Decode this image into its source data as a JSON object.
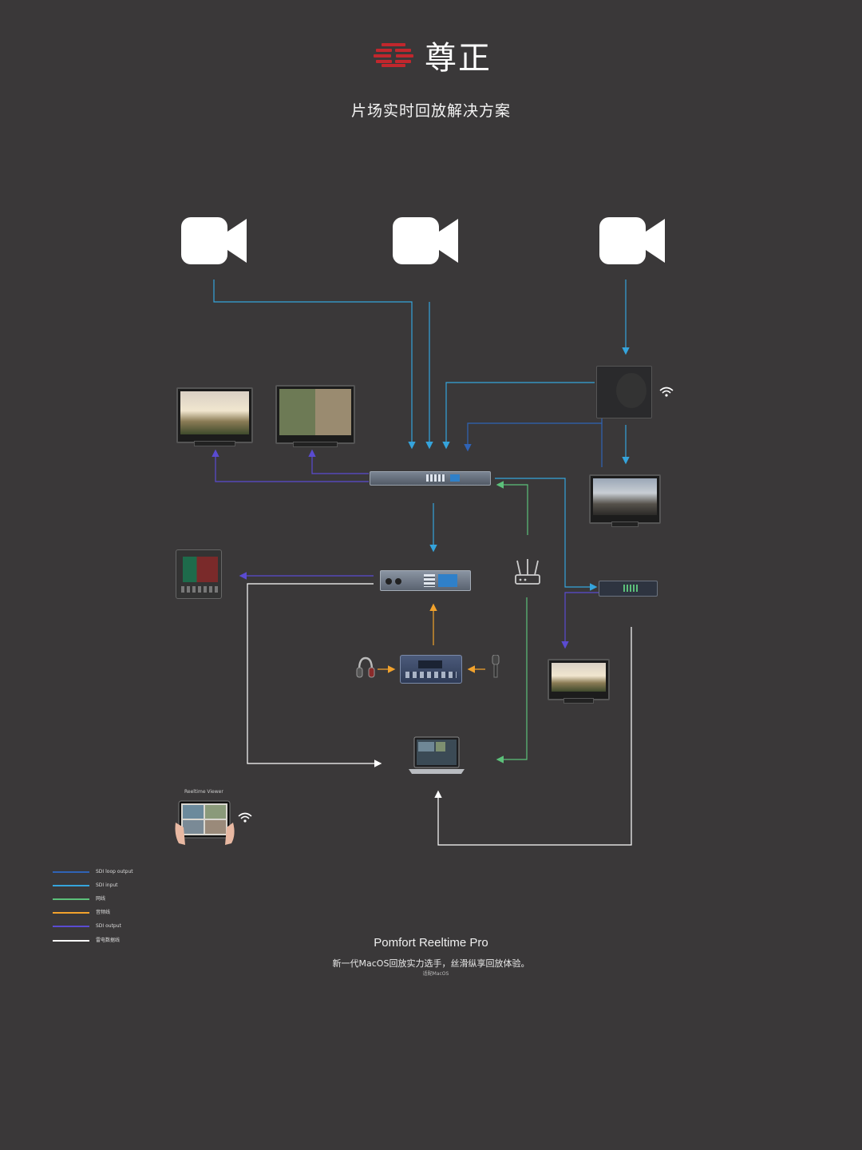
{
  "brand": {
    "name": "尊正",
    "mark_color": "#c1272d"
  },
  "title": "片场实时回放解决方案",
  "icons": [
    "camera-icon",
    "camera-icon",
    "camera-icon",
    "wifi-icon",
    "router-icon",
    "headphones-icon",
    "microphone-icon",
    "laptop-icon",
    "tablet-icon"
  ],
  "viewer_label": "Reeltime Viewer",
  "legend": [
    {
      "label": "SDI loop output",
      "color": "#2f63b6"
    },
    {
      "label": "SDI input",
      "color": "#35a4dc"
    },
    {
      "label": "网线",
      "color": "#5cc07a"
    },
    {
      "label": "音频线",
      "color": "#f2a22c"
    },
    {
      "label": "SDI output",
      "color": "#5a4bd1"
    },
    {
      "label": "雷电数据线",
      "color": "#ffffff"
    }
  ],
  "footer": {
    "product": "Pomfort Reeltime Pro",
    "tagline": "新一代MacOS回放实力选手，丝滑纵享回放体验。",
    "note": "适配MacOS"
  }
}
